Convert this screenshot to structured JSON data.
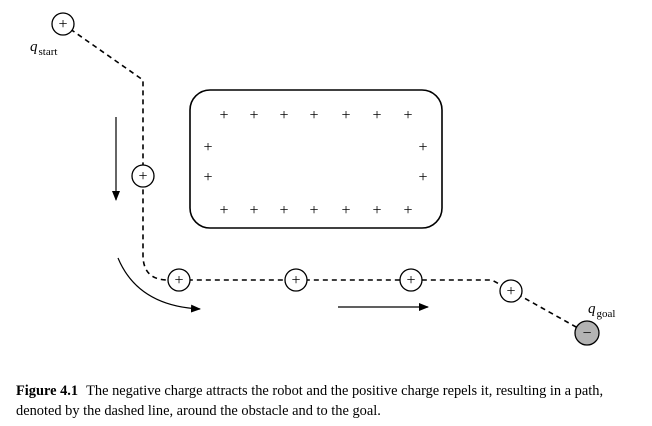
{
  "labels": {
    "start_var": "q",
    "start_sub": "start",
    "goal_var": "q",
    "goal_sub": "goal"
  },
  "charges": {
    "positive_symbol": "+",
    "negative_symbol": "−"
  },
  "colors": {
    "goal_fill": "#b3b3b3",
    "stroke": "#000000"
  },
  "caption": {
    "label": "Figure 4.1",
    "text": "The negative charge attracts the robot and the positive charge repels it, resulting in a path, denoted by the dashed line, around the obstacle and to the goal."
  }
}
